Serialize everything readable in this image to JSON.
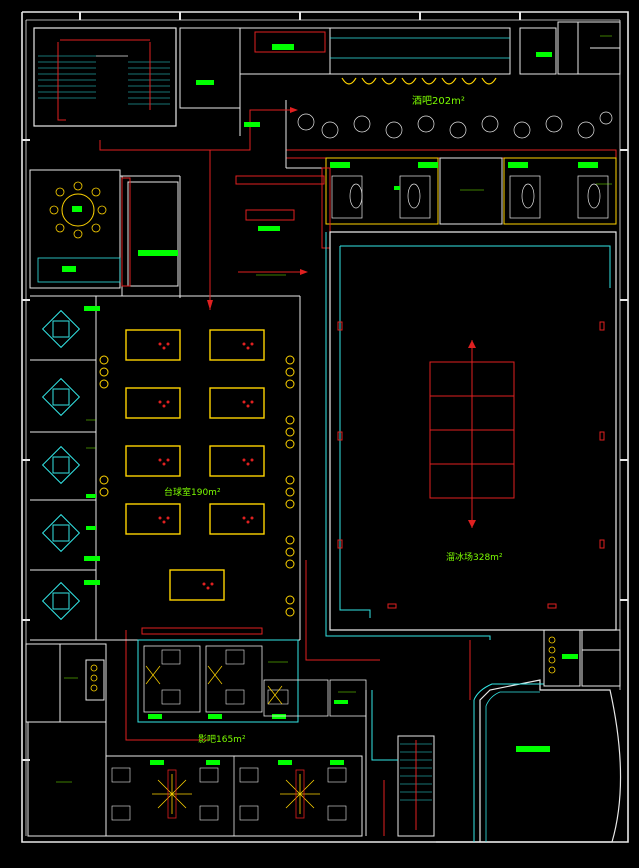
{
  "labels": {
    "bar": "酒吧202m²",
    "billiards": "台球室190m²",
    "skating": "溜冰场328m²",
    "cinema": "影吧165m²"
  },
  "colors": {
    "background": "#000000",
    "wall": "#e8e8e8",
    "cyan": "#33e6e6",
    "red": "#e02020",
    "yellow": "#ffd400",
    "green": "#00ff00",
    "label": "#7cfc00"
  }
}
